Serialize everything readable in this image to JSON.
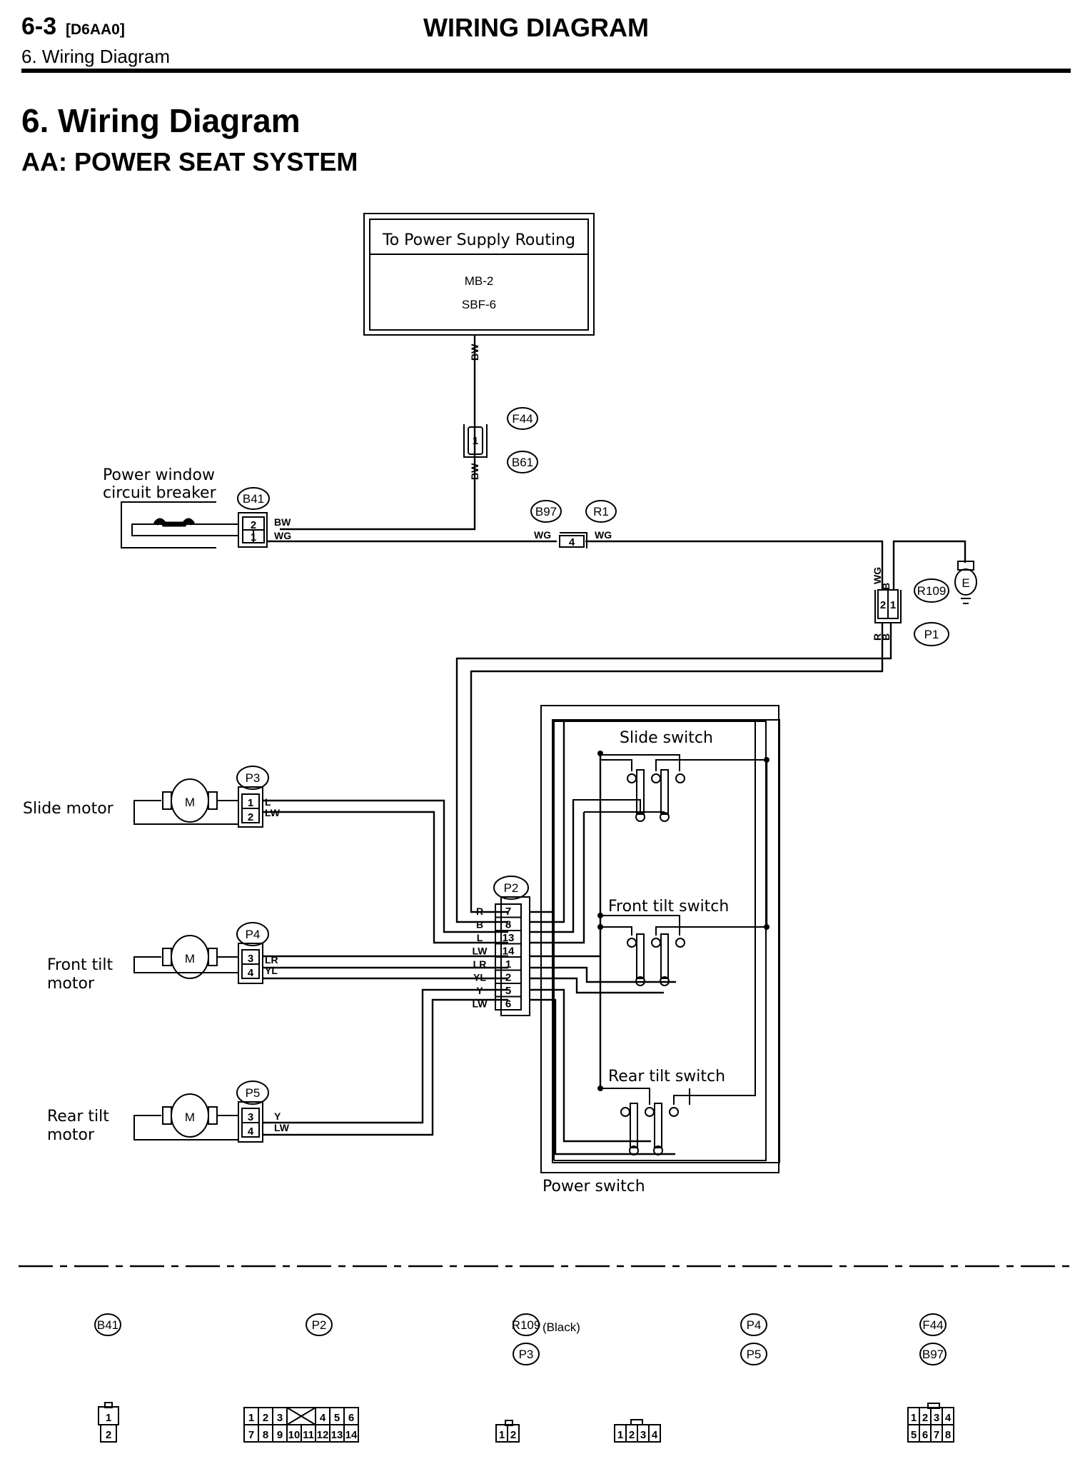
{
  "header": {
    "page_number": "6-3",
    "doc_code": "[D6AA0]",
    "section": "6. Wiring Diagram",
    "title": "WIRING DIAGRAM"
  },
  "section": {
    "title": "6. Wiring Diagram",
    "subtitle": "AA: POWER SEAT SYSTEM"
  },
  "diagram": {
    "power_supply": {
      "title": "To Power Supply Routing",
      "line1": "MB-2",
      "line2": "SBF-6"
    },
    "components": {
      "circuit_breaker": [
        "Power window",
        "circuit breaker"
      ],
      "slide_motor": "Slide motor",
      "front_tilt_motor": [
        "Front tilt",
        "motor"
      ],
      "rear_tilt_motor": [
        "Rear tilt",
        "motor"
      ],
      "slide_switch": "Slide switch",
      "front_tilt_switch": "Front tilt switch",
      "rear_tilt_switch": "Rear tilt switch",
      "power_switch": "Power switch",
      "ground": "E",
      "motor_symbol": "M"
    },
    "connectors": {
      "F44": "F44",
      "B61": "B61",
      "B41": "B41",
      "B97": "B97",
      "R1": "R1",
      "R109": "R109",
      "P1": "P1",
      "P2": "P2",
      "P3": "P3",
      "P4": "P4",
      "P5": "P5"
    },
    "wire_colors": {
      "bw": "BW",
      "wg": "WG",
      "r": "R",
      "b": "B",
      "l": "L",
      "lw": "LW",
      "lr": "LR",
      "yl": "YL",
      "y": "Y"
    },
    "pins": {
      "f44_b61": "1",
      "b41": [
        "2",
        "1"
      ],
      "b97_r1": "4",
      "r109_p1": [
        "2",
        "1"
      ],
      "p3": [
        "1",
        "2"
      ],
      "p4": [
        "3",
        "4"
      ],
      "p5": [
        "3",
        "4"
      ],
      "p2": [
        "7",
        "8",
        "13",
        "14",
        "1",
        "2",
        "5",
        "6"
      ],
      "p2_wires": [
        "R",
        "B",
        "L",
        "LW",
        "LR",
        "YL",
        "Y",
        "LW"
      ]
    }
  },
  "legend": {
    "groups": [
      {
        "ids": [
          "B41"
        ],
        "pins_top": [
          "1"
        ],
        "pins_bottom": [
          "2"
        ]
      },
      {
        "ids": [
          "P2"
        ],
        "pins_top": [
          "1",
          "2",
          "3",
          "",
          "4",
          "5",
          "6"
        ],
        "pins_bottom": [
          "7",
          "8",
          "9",
          "10",
          "11",
          "12",
          "13",
          "14"
        ]
      },
      {
        "ids": [
          "R109",
          "P3"
        ],
        "note": "(Black)",
        "pins_top": [
          "1",
          "2"
        ]
      },
      {
        "ids": [
          "P4",
          "P5"
        ],
        "pins_top": [
          "1",
          "2",
          "3",
          "4"
        ]
      },
      {
        "ids": [
          "F44",
          "B97"
        ],
        "pins_top": [
          "1",
          "2",
          "3",
          "4"
        ],
        "pins_bottom": [
          "5",
          "6",
          "7",
          "8"
        ]
      }
    ]
  }
}
